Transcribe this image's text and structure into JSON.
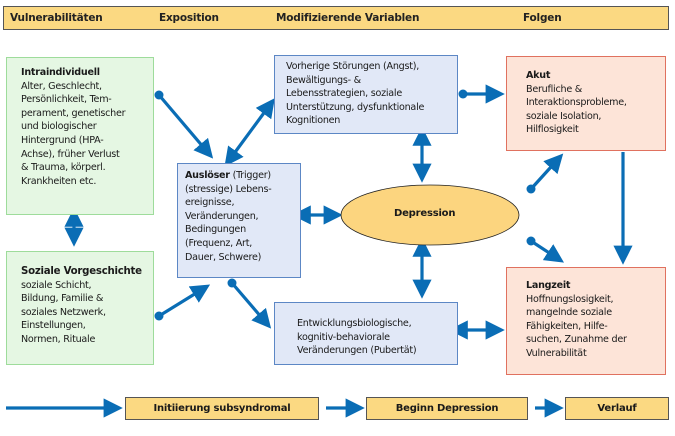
{
  "header": {
    "columns": [
      "Vulnerabilitäten",
      "Exposition",
      "Modifizierende Variablen",
      "Folgen"
    ]
  },
  "colors": {
    "header_fill": "#FBD982",
    "arrow": "#0A6DB5",
    "green_fill": "#E5F7E3",
    "blue_fill": "#E1E8F7",
    "pink_fill": "#FDE4D8",
    "ellipse_fill": "#FCD57F"
  },
  "boxes": {
    "intraindividuell": {
      "title": "Intraindividuell",
      "body": "Alter, Geschlecht,\nPersönlichkeit, Tem-\nperament, genetischer\nund biologischer\nHintergrund (HPA-\nAchse), früher Verlust\n& Trauma, körperl.\nKrankheiten etc."
    },
    "soziale": {
      "title": "Soziale Vorgeschichte",
      "body": "soziale Schicht,\nBildung, Familie &\nsoziales Netzwerk,\nEinstellungen,\nNormen, Rituale"
    },
    "ausloeser": {
      "title": "Auslöser",
      "title_suffix": " (Trigger)",
      "body": "(stressige) Lebens-\nereignisse,\nVeränderungen,\nBedingungen\n(Frequenz, Art,\nDauer, Schwere)"
    },
    "vorherige": {
      "body": "Vorherige Störungen (Angst),\nBewältigungs- &\nLebensstrategien, soziale\nUnterstützung, dysfunktionale\nKognitionen"
    },
    "entwicklung": {
      "body": "Entwicklungsbiologische,\nkognitiv-behaviorale\nVeränderungen (Pubertät)"
    },
    "akut": {
      "title": "Akut",
      "body": "Berufliche &\nInteraktionsprobleme,\nsoziale Isolation,\nHilflosigkeit"
    },
    "langzeit": {
      "title": "Langzeit",
      "body": "Hoffnungslosigkeit,\nmangelnde soziale\nFähigkeiten, Hilfe-\nsuchen, Zunahme der\nVulnerabilität"
    }
  },
  "center": {
    "label": "Depression"
  },
  "timeline": {
    "stages": [
      "Initiierung subsyndromal",
      "Beginn Depression",
      "Verlauf"
    ]
  }
}
